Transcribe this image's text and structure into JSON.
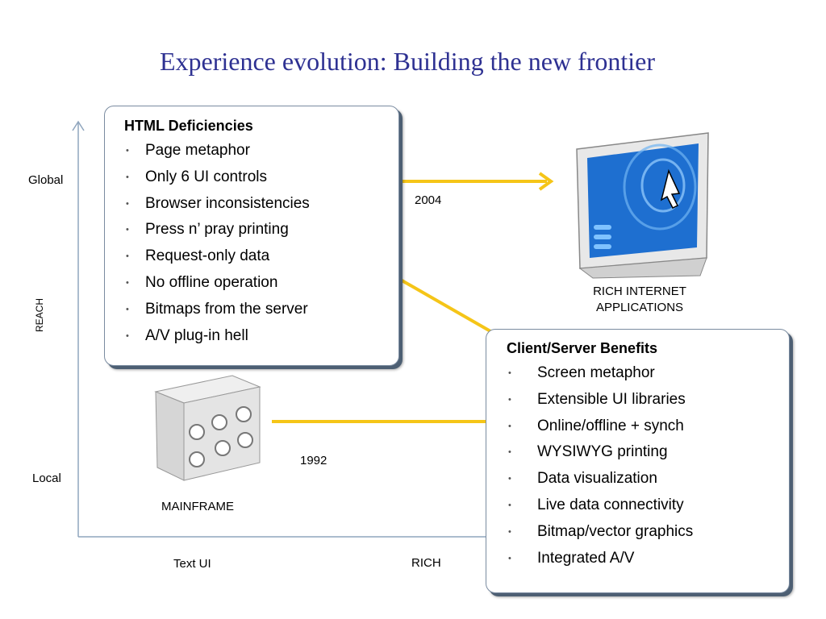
{
  "title": "Experience evolution: Building the new frontier",
  "axis": {
    "y_label": "REACH",
    "y_ticks": [
      "Global",
      "Local"
    ],
    "x_ticks": [
      "Text UI",
      "RICH"
    ]
  },
  "years": {
    "y2004": "2004",
    "y1992": "1992"
  },
  "html_box": {
    "heading": "HTML Deficiencies",
    "items": [
      "Page metaphor",
      "Only 6 UI controls",
      "Browser inconsistencies",
      "Press n’ pray printing",
      "Request-only data",
      "No offline operation",
      "Bitmaps from the server",
      "A/V plug-in hell"
    ]
  },
  "cs_box": {
    "heading": "Client/Server Benefits",
    "items": [
      "Screen metaphor",
      "Extensible UI libraries",
      "Online/offline + synch",
      "WYSIWYG printing",
      "Data visualization",
      "Live data connectivity",
      "Bitmap/vector graphics",
      "Integrated A/V"
    ]
  },
  "ria": {
    "line1": "RICH INTERNET",
    "line2": "APPLICATIONS",
    "icon": "monitor-icon"
  },
  "mainframe": {
    "label": "MAINFRAME",
    "icon": "mainframe-icon"
  },
  "colors": {
    "title": "#2e3192",
    "connector": "#f5c518",
    "axis": "#8fa5bd"
  }
}
